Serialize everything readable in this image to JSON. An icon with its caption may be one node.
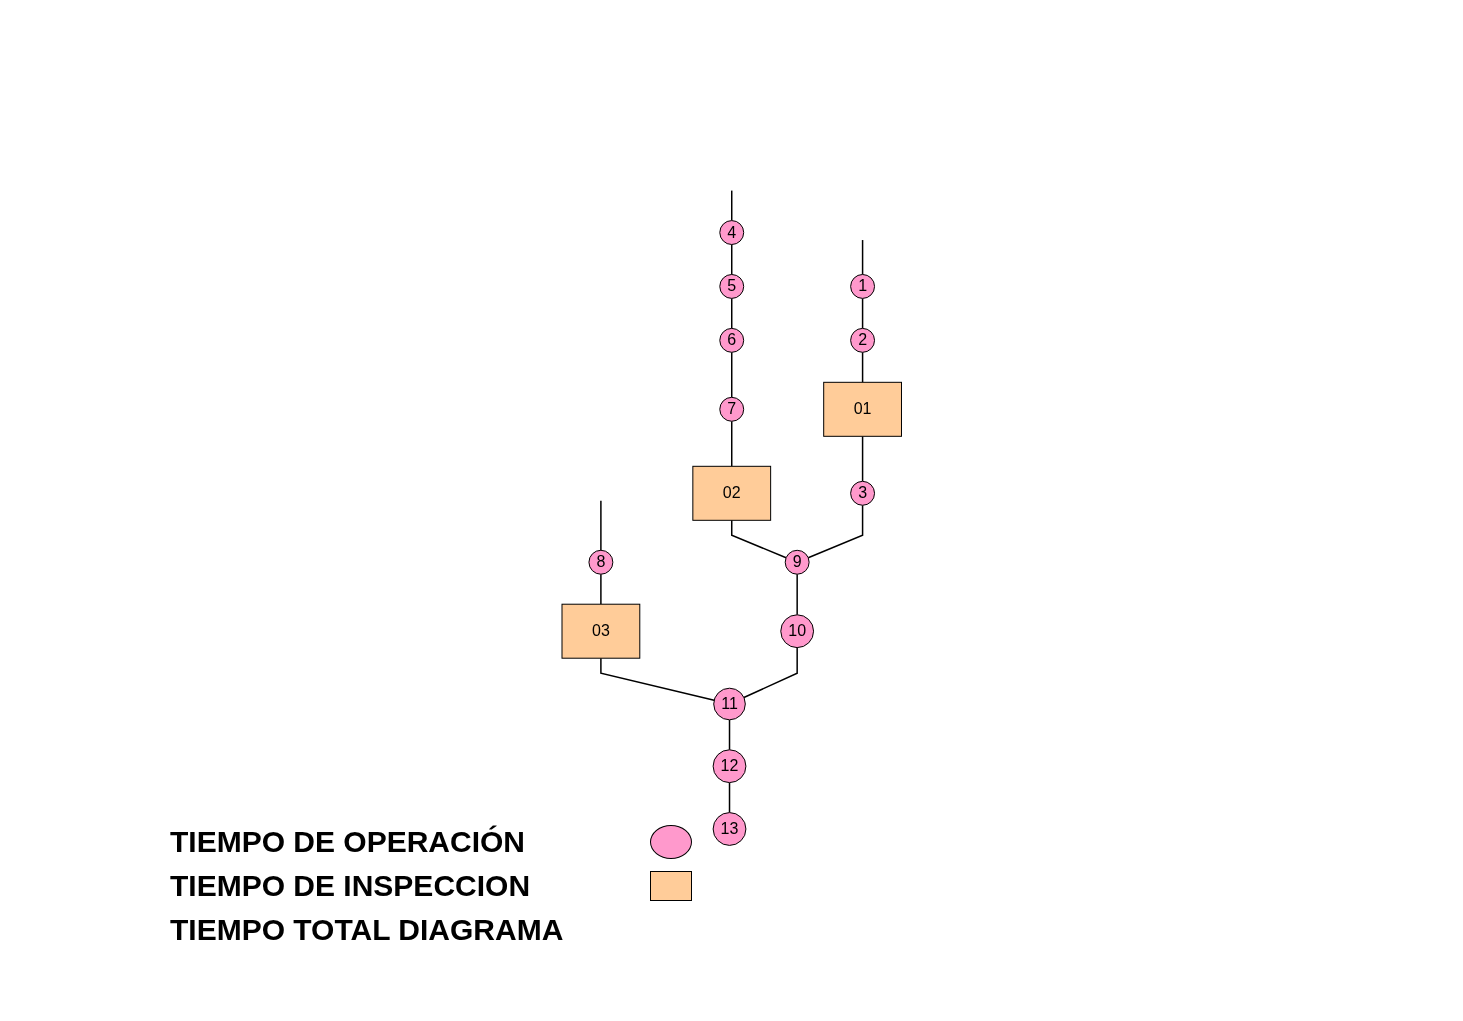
{
  "diagram": {
    "nodes": [
      {
        "text": [
          "8"
        ]
      },
      {
        "text": [
          "03"
        ]
      },
      {
        "text": [
          "4"
        ]
      },
      {
        "text": [
          "5"
        ]
      },
      {
        "text": [
          "6"
        ]
      },
      {
        "text": [
          "7"
        ]
      },
      {
        "text": [
          "02"
        ]
      },
      {
        "text": [
          "1"
        ]
      },
      {
        "text": [
          "2"
        ]
      },
      {
        "text": [
          "01"
        ]
      },
      {
        "text": [
          "3"
        ]
      },
      {
        "text": [
          "9"
        ]
      },
      {
        "text": [
          "10"
        ]
      },
      {
        "text": [
          "11"
        ]
      },
      {
        "text": [
          "12"
        ]
      },
      {
        "text": [
          "13"
        ]
      }
    ],
    "edges": [
      {
        "from": null,
        "to": 0,
        "arrow": "none"
      },
      {
        "from": null,
        "to": 2,
        "arrow": "none"
      },
      {
        "from": null,
        "to": 7,
        "arrow": "none"
      },
      {
        "from": 0,
        "to": 1,
        "arrow": "none"
      },
      {
        "from": 2,
        "to": 3,
        "arrow": "none"
      },
      {
        "from": 3,
        "to": 4,
        "arrow": "none"
      },
      {
        "from": 4,
        "to": 5,
        "arrow": "none"
      },
      {
        "from": 5,
        "to": 6,
        "arrow": "none"
      },
      {
        "from": 7,
        "to": 8,
        "arrow": "none"
      },
      {
        "from": 8,
        "to": 9,
        "arrow": "none"
      },
      {
        "from": 9,
        "to": 10,
        "arrow": "none"
      },
      {
        "from": 6,
        "to": 11,
        "arrow": "none"
      },
      {
        "from": 10,
        "to": 11,
        "arrow": "none"
      },
      {
        "from": 11,
        "to": 12,
        "arrow": "none"
      },
      {
        "from": 1,
        "to": 13,
        "arrow": "none"
      },
      {
        "from": 12,
        "to": 13,
        "arrow": "none"
      },
      {
        "from": 13,
        "to": 14,
        "arrow": "none"
      },
      {
        "from": 14,
        "to": 15,
        "arrow": "none"
      }
    ],
    "labels": [
      "TIEMPO TOTAL DIAGRAMA"
    ],
    "legend": [
      {
        "text": "TIEMPO DE OPERACIÓN",
        "color": "#ff99cc"
      },
      {
        "text": "TIEMPO DE INSPECCION",
        "color": "#ffcc99"
      }
    ]
  }
}
